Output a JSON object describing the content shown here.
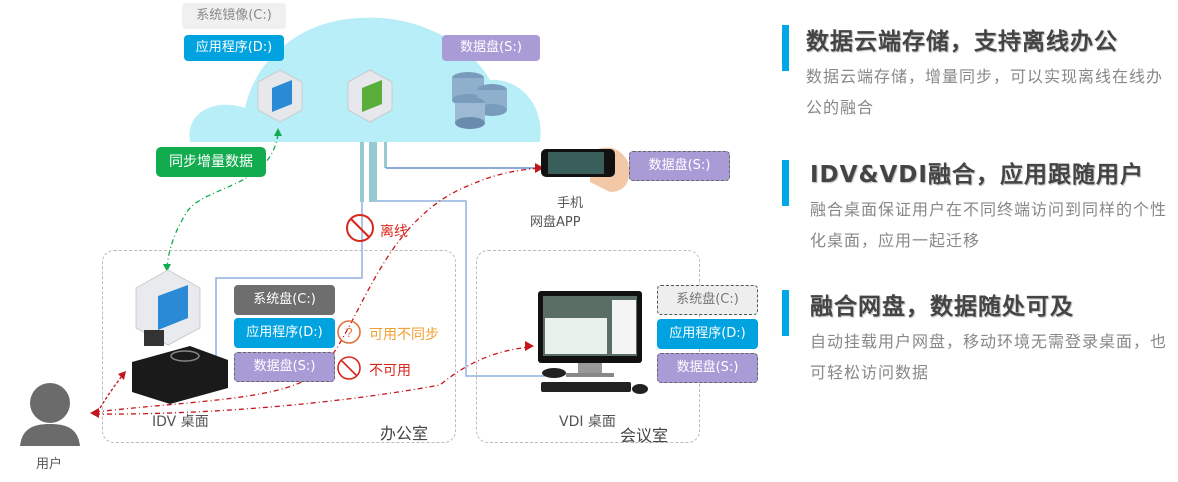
{
  "cloud": {
    "tags": {
      "system_image": "系统镜像(C:)",
      "apps": "应用程序(D:)",
      "data_disk": "数据盘(S:)"
    }
  },
  "sync_label": "同步增量数据",
  "offline_label": "离线",
  "phone": {
    "label_line1": "手机",
    "label_line2": "网盘APP",
    "data_disk": "数据盘(S:)"
  },
  "office": {
    "room_label": "办公室",
    "device_label": "IDV 桌面",
    "tags": {
      "system": "系统盘(C:)",
      "apps": "应用程序(D:)",
      "data": "数据盘(S:)"
    },
    "status": {
      "apps": "可用不同步",
      "data": "不可用"
    }
  },
  "meeting": {
    "room_label": "会议室",
    "device_label": "VDI 桌面",
    "tags": {
      "system": "系统盘(C:)",
      "apps": "应用程序(D:)",
      "data": "数据盘(S:)"
    }
  },
  "user_label": "用户",
  "features": [
    {
      "title": "数据云端存储，支持离线办公",
      "desc": "数据云端存储，增量同步，可以实现离线在线办公的融合"
    },
    {
      "title": "IDV&VDI融合，应用跟随用户",
      "desc": "融合桌面保证用户在不同终端访问到同样的个性化桌面，应用一起迁移"
    },
    {
      "title": "融合网盘，数据随处可及",
      "desc": "自动挂载用户网盘，移动环境无需登录桌面，也可轻松访问数据"
    }
  ],
  "colors": {
    "accent": "#00a8e8",
    "cloud": "#b8eef8",
    "sync_green": "#12ab4e",
    "alert_red": "#d9261c",
    "warn_orange": "#f0a030",
    "link_blue": "#4a78c0"
  }
}
